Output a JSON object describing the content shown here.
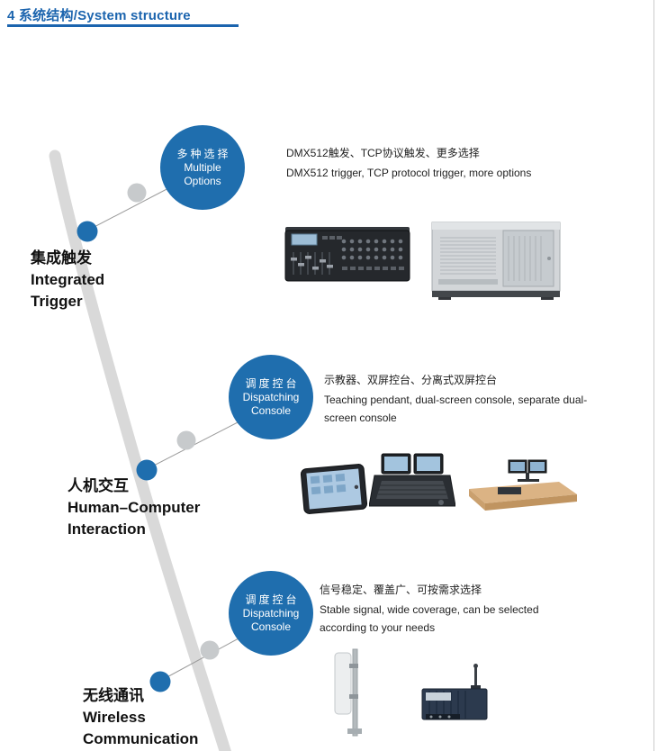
{
  "header": {
    "title": "4 系统结构/System structure"
  },
  "colors": {
    "accent": "#1b64ae",
    "bubble": "#1f6eae",
    "arc": "#d9d9d9",
    "connector": "#9b9b9b",
    "gray_dot": "#c7cacc"
  },
  "sections": [
    {
      "bubble": [
        "多种选择",
        "Multiple",
        "Options"
      ],
      "label_zh": "集成触发",
      "label_en": [
        "Integrated",
        "Trigger"
      ],
      "desc_zh": "DMX512触发、TCP协议触发、更多选择",
      "desc_en": "DMX512 trigger, TCP protocol trigger, more options",
      "images": [
        "dmx-console",
        "industrial-computer"
      ]
    },
    {
      "bubble": [
        "调度控台",
        "Dispatching",
        "Console"
      ],
      "label_zh": "人机交互",
      "label_en": [
        "Human–Computer",
        "Interaction"
      ],
      "desc_zh": "示教器、双屏控台、分离式双屏控台",
      "desc_en": "Teaching pendant, dual-screen console, separate dual- screen console",
      "images": [
        "teaching-pendant",
        "dual-screen-console",
        "separate-dual-screen-console"
      ]
    },
    {
      "bubble": [
        "调度控台",
        "Dispatching",
        "Console"
      ],
      "label_zh": "无线通讯",
      "label_en": [
        "Wireless",
        "Communication"
      ],
      "desc_zh": "信号稳定、覆盖广、可按需求选择",
      "desc_en": "Stable signal, wide coverage, can be selected according to your needs",
      "images": [
        "panel-antenna",
        "wireless-module"
      ]
    }
  ]
}
